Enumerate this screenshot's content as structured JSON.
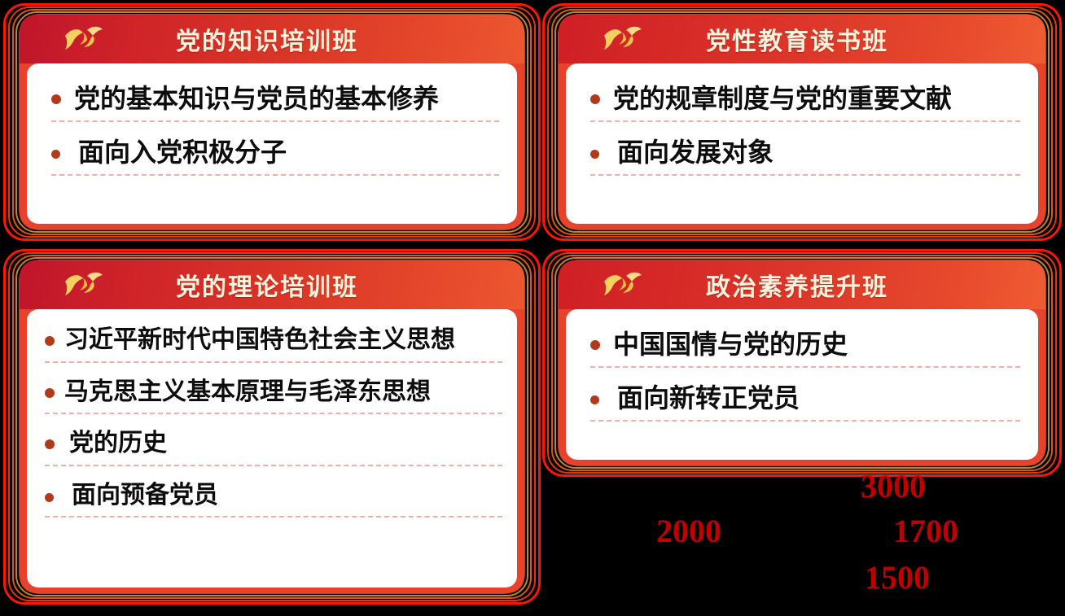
{
  "slide": {
    "background_color": "#000000",
    "accent_red": "#ff1405",
    "header_gradient_from": "#c0152a",
    "header_gradient_to": "#ec5730",
    "title_color": "#fdf3dd",
    "bullet_color": "#b23a1b",
    "divider_color": "#f0b1a0",
    "number_color": "#c00000"
  },
  "cards": [
    {
      "id": "party-knowledge-training-class",
      "icon": "dove-icon",
      "title": "党的知识培训班",
      "items": [
        "党的基本知识与党员的基本修养",
        "面向入党积极分子"
      ]
    },
    {
      "id": "party-spirit-education-reading-class",
      "icon": "dove-icon",
      "title": "党性教育读书班",
      "items": [
        "党的规章制度与党的重要文献",
        "面向发展对象"
      ]
    },
    {
      "id": "party-theory-training-class",
      "icon": "dove-icon",
      "title": "党的理论培训班",
      "items": [
        "习近平新时代中国特色社会主义思想",
        "马克思主义基本原理与毛泽东思想",
        "党的历史",
        "面向预备党员"
      ]
    },
    {
      "id": "political-literacy-improvement-class",
      "icon": "dove-icon",
      "title": "政治素养提升班",
      "items": [
        "中国国情与党的历史",
        "面向新转正党员"
      ]
    }
  ],
  "numbers": [
    {
      "value": "3000"
    },
    {
      "value": "2000"
    },
    {
      "value": "1700"
    },
    {
      "value": "1500"
    }
  ]
}
